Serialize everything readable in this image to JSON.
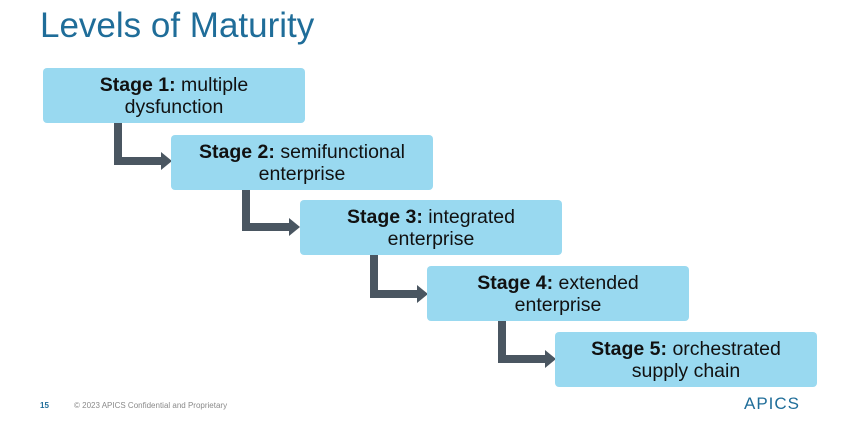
{
  "title": "Levels of Maturity",
  "stages": [
    {
      "label": "Stage 1:",
      "text_line1": "multiple",
      "text_line2": "dysfunction"
    },
    {
      "label": "Stage 2:",
      "text_line1": "semifunctional",
      "text_line2": "enterprise"
    },
    {
      "label": "Stage 3:",
      "text_line1": "integrated",
      "text_line2": "enterprise"
    },
    {
      "label": "Stage 4:",
      "text_line1": "extended",
      "text_line2": "enterprise"
    },
    {
      "label": "Stage 5:",
      "text_line1": "orchestrated",
      "text_line2": "supply chain"
    }
  ],
  "footer": {
    "page_number": "15",
    "copyright": "© 2023 APICS Confidential  and Proprietary"
  },
  "logo": "APICS",
  "colors": {
    "title": "#1f6d99",
    "box_fill": "#99d9f0",
    "connector": "#4a5661"
  }
}
